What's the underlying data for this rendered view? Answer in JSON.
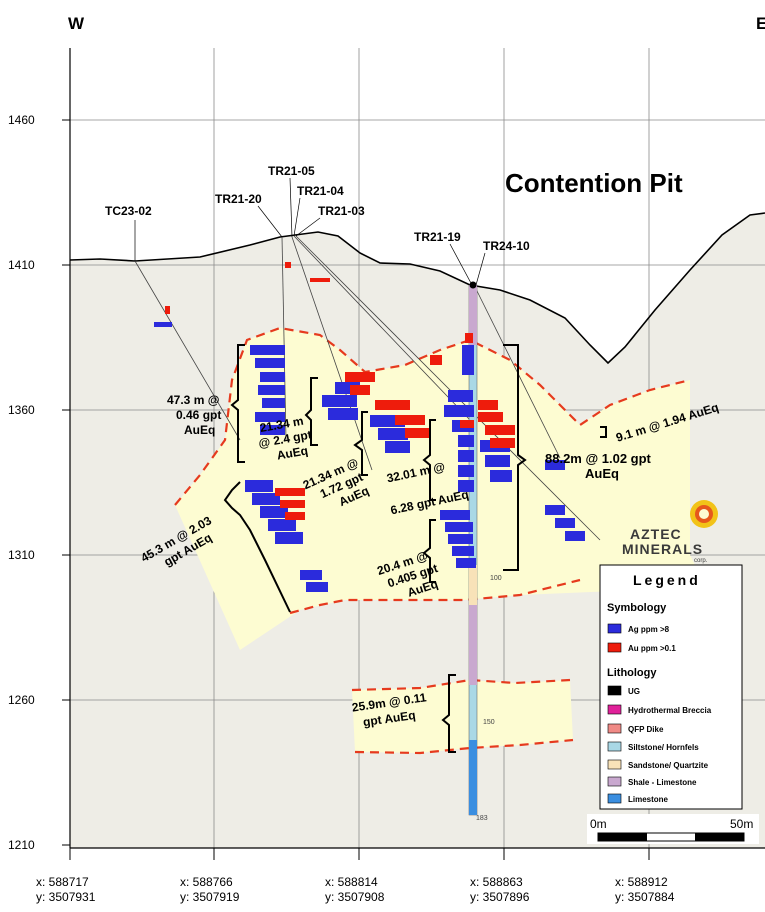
{
  "section": {
    "west_label": "W",
    "east_label": "E",
    "title": "Contention Pit",
    "y_ticks": [
      "1460",
      "1410",
      "1360",
      "1310",
      "1260",
      "1210"
    ],
    "x_ticks": [
      {
        "x": "x: 588717",
        "y": "y: 3507931"
      },
      {
        "x": "x: 588766",
        "y": "y: 3507919"
      },
      {
        "x": "x: 588814",
        "y": "y: 3507908"
      },
      {
        "x": "x: 588863",
        "y": "y: 3507896"
      },
      {
        "x": "x: 588912",
        "y": "y: 3507884"
      }
    ]
  },
  "drill_holes": [
    "TC23-02",
    "TR21-20",
    "TR21-05",
    "TR21-04",
    "TR21-03",
    "TR21-19",
    "TR24-10"
  ],
  "depth_marks": [
    "100",
    "150",
    "183"
  ],
  "intervals": [
    {
      "line1": "47.3 m @",
      "line2": "0.46 gpt",
      "line3": "AuEq"
    },
    {
      "line1": "21.34 m",
      "line2": "@ 2.4 gpt",
      "line3": "AuEq"
    },
    {
      "line1": "21.34 m @",
      "line2": "1.72 gpt",
      "line3": "AuEq"
    },
    {
      "line1": "32.01 m @",
      "line2": "6.28 gpt AuEq"
    },
    {
      "line1": "88.2m @ 1.02 gpt",
      "line2": "AuEq"
    },
    {
      "line1": "9.1 m @ 1.94 AuEq"
    },
    {
      "line1": "45.3 m @ 2.03",
      "line2": "gpt AuEq"
    },
    {
      "line1": "20.4 m @",
      "line2": "0.405 gpt",
      "line3": "AuEq"
    },
    {
      "line1": "25.9m @ 0.11",
      "line2": "gpt AuEq"
    }
  ],
  "logo": {
    "line1": "AZTEC",
    "line2": "MINERALS",
    "line3": "corp."
  },
  "legend": {
    "title": "Legend",
    "symbology_heading": "Symbology",
    "symbology": [
      {
        "label": "Ag ppm >8",
        "color": "#2b2bdc"
      },
      {
        "label": "Au ppm >0.1",
        "color": "#ee1c0c"
      }
    ],
    "lithology_heading": "Lithology",
    "lithology": [
      {
        "label": "UG",
        "color": "#000000"
      },
      {
        "label": "Hydrothermal Breccia",
        "color": "#e0219a"
      },
      {
        "label": "QFP Dike",
        "color": "#f08a86"
      },
      {
        "label": "Siltstone/ Hornfels",
        "color": "#a9d8e6"
      },
      {
        "label": "Sandstone/ Quartzite",
        "color": "#f8e2b8"
      },
      {
        "label": "Shale - Limestone",
        "color": "#c9a8cf"
      },
      {
        "label": "Limestone",
        "color": "#3a8ee0"
      }
    ]
  },
  "scale_bar": {
    "start": "0m",
    "end": "50m"
  },
  "colors": {
    "ground": "#eeede6",
    "mineral_zone": "#fdfcd2",
    "zone_outline": "#e63a1e",
    "ag": "#2b2bdc",
    "au": "#ee1c0c"
  }
}
